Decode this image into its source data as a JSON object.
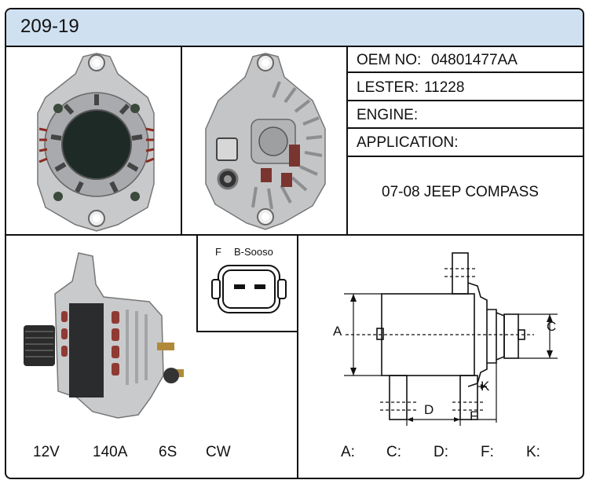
{
  "header": {
    "part_number": "209-19"
  },
  "info": {
    "oem_label": "OEM NO:",
    "oem_value": "04801477AA",
    "lester_label": "LESTER:",
    "lester_value": "11228",
    "engine_label": "ENGINE:",
    "application_label": "APPLICATION:",
    "application_value": "07-08 JEEP COMPASS"
  },
  "connector": {
    "pin_f": "F",
    "pin_b": "B-Sooso"
  },
  "specs": {
    "voltage": "12V",
    "amperage": "140A",
    "pulley": "6S",
    "rotation": "CW"
  },
  "dimensions": {
    "a": "A",
    "c": "C",
    "d": "D",
    "f": "F",
    "k": "K",
    "a_label": "A:",
    "c_label": "C:",
    "d_label": "D:",
    "f_label": "F:",
    "k_label": "K:"
  },
  "colors": {
    "header_bg": "#cfe0f1",
    "border": "#111111"
  }
}
